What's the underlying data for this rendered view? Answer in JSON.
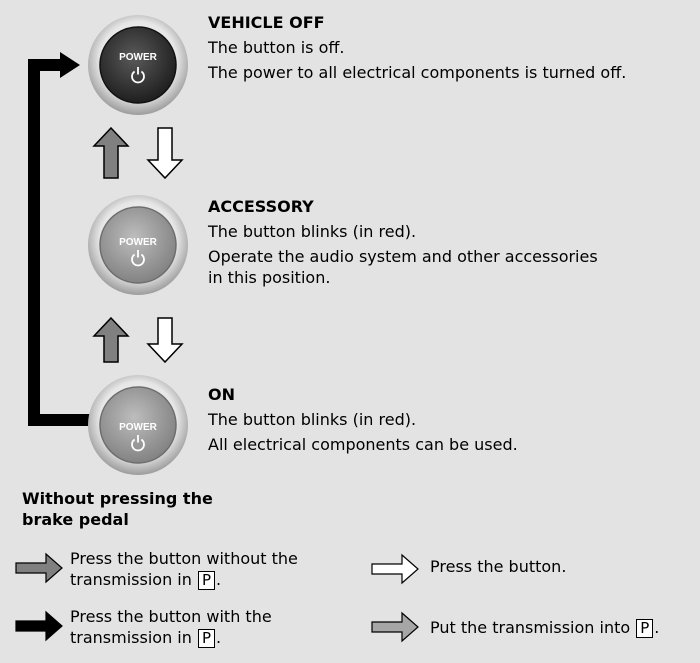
{
  "states": [
    {
      "button_text": "POWER",
      "title": "VEHICLE OFF",
      "lines": [
        "The button is off.",
        "The power to all electrical components is turned off."
      ],
      "button_state": "off"
    },
    {
      "button_text": "POWER",
      "title": "ACCESSORY",
      "lines": [
        "The button blinks (in red).",
        "Operate the audio system and other accessories",
        "in this position."
      ],
      "button_state": "lit"
    },
    {
      "button_text": "POWER",
      "title": "ON",
      "lines": [
        "The button blinks (in red).",
        "All electrical components can be used."
      ],
      "button_state": "lit"
    }
  ],
  "note": [
    "Without pressing the",
    "brake pedal"
  ],
  "legend": [
    {
      "arrow": "dark-gray",
      "text1": "Press the button without the",
      "text2": "transmission in",
      "boxed": "P",
      "after": "."
    },
    {
      "arrow": "black",
      "text1": "Press the button with the",
      "text2": "transmission in",
      "boxed": "P",
      "after": "."
    },
    {
      "arrow": "white",
      "text1": "Press the button."
    },
    {
      "arrow": "light-gray",
      "text1": "Put the transmission into",
      "boxed": "P",
      "after": "."
    }
  ],
  "colors": {
    "background": "#e3e3e3",
    "arrow_black": "#000000",
    "arrow_dark_gray": "#808080",
    "arrow_light_gray": "#a6a6a6",
    "arrow_white": "#ffffff",
    "button_off": "#2a2a2a",
    "button_lit": "#9a9a9a"
  }
}
